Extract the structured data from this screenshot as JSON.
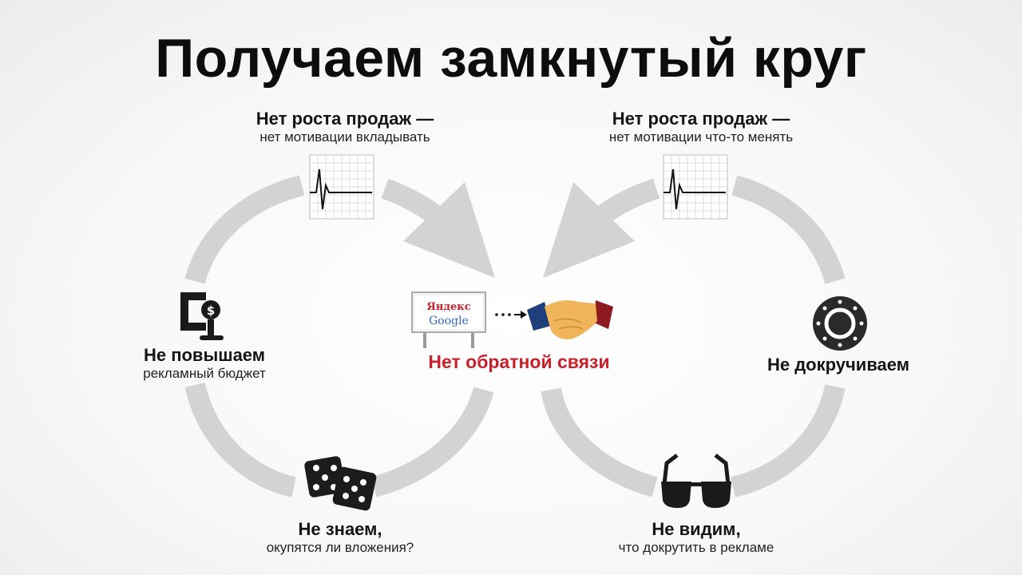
{
  "title": "Получаем замкнутый круг",
  "nodes": {
    "top_left": {
      "heading": "Нет роста продаж —",
      "sub": "нет мотивации вкладывать"
    },
    "top_right": {
      "heading": "Нет роста продаж —",
      "sub": "нет мотивации что-то менять"
    },
    "left": {
      "heading": "Не повышаем",
      "sub": "рекламный бюджет"
    },
    "right": {
      "heading": "Не докручиваем"
    },
    "bottom_left": {
      "heading": "Не знаем,",
      "sub": "окупятся ли вложения?"
    },
    "bottom_right": {
      "heading": "Не видим,",
      "sub": "что докрутить в рекламе"
    },
    "center": {
      "label": "Нет обратной связи"
    }
  },
  "billboard": {
    "line1": "Яндекс",
    "line2": "Google"
  },
  "icons": {
    "ekg_left": "ekg-icon",
    "ekg_right": "ekg-icon",
    "clamp": "money-clamp-icon",
    "gear": "gear-icon",
    "dice": "dice-icon",
    "glasses": "sunglasses-icon",
    "billboard": "billboard-icon",
    "handshake": "handshake-icon"
  },
  "colors": {
    "accent_red": "#c8202a",
    "loop_gray": "#d4d4d4",
    "text": "#111111"
  }
}
